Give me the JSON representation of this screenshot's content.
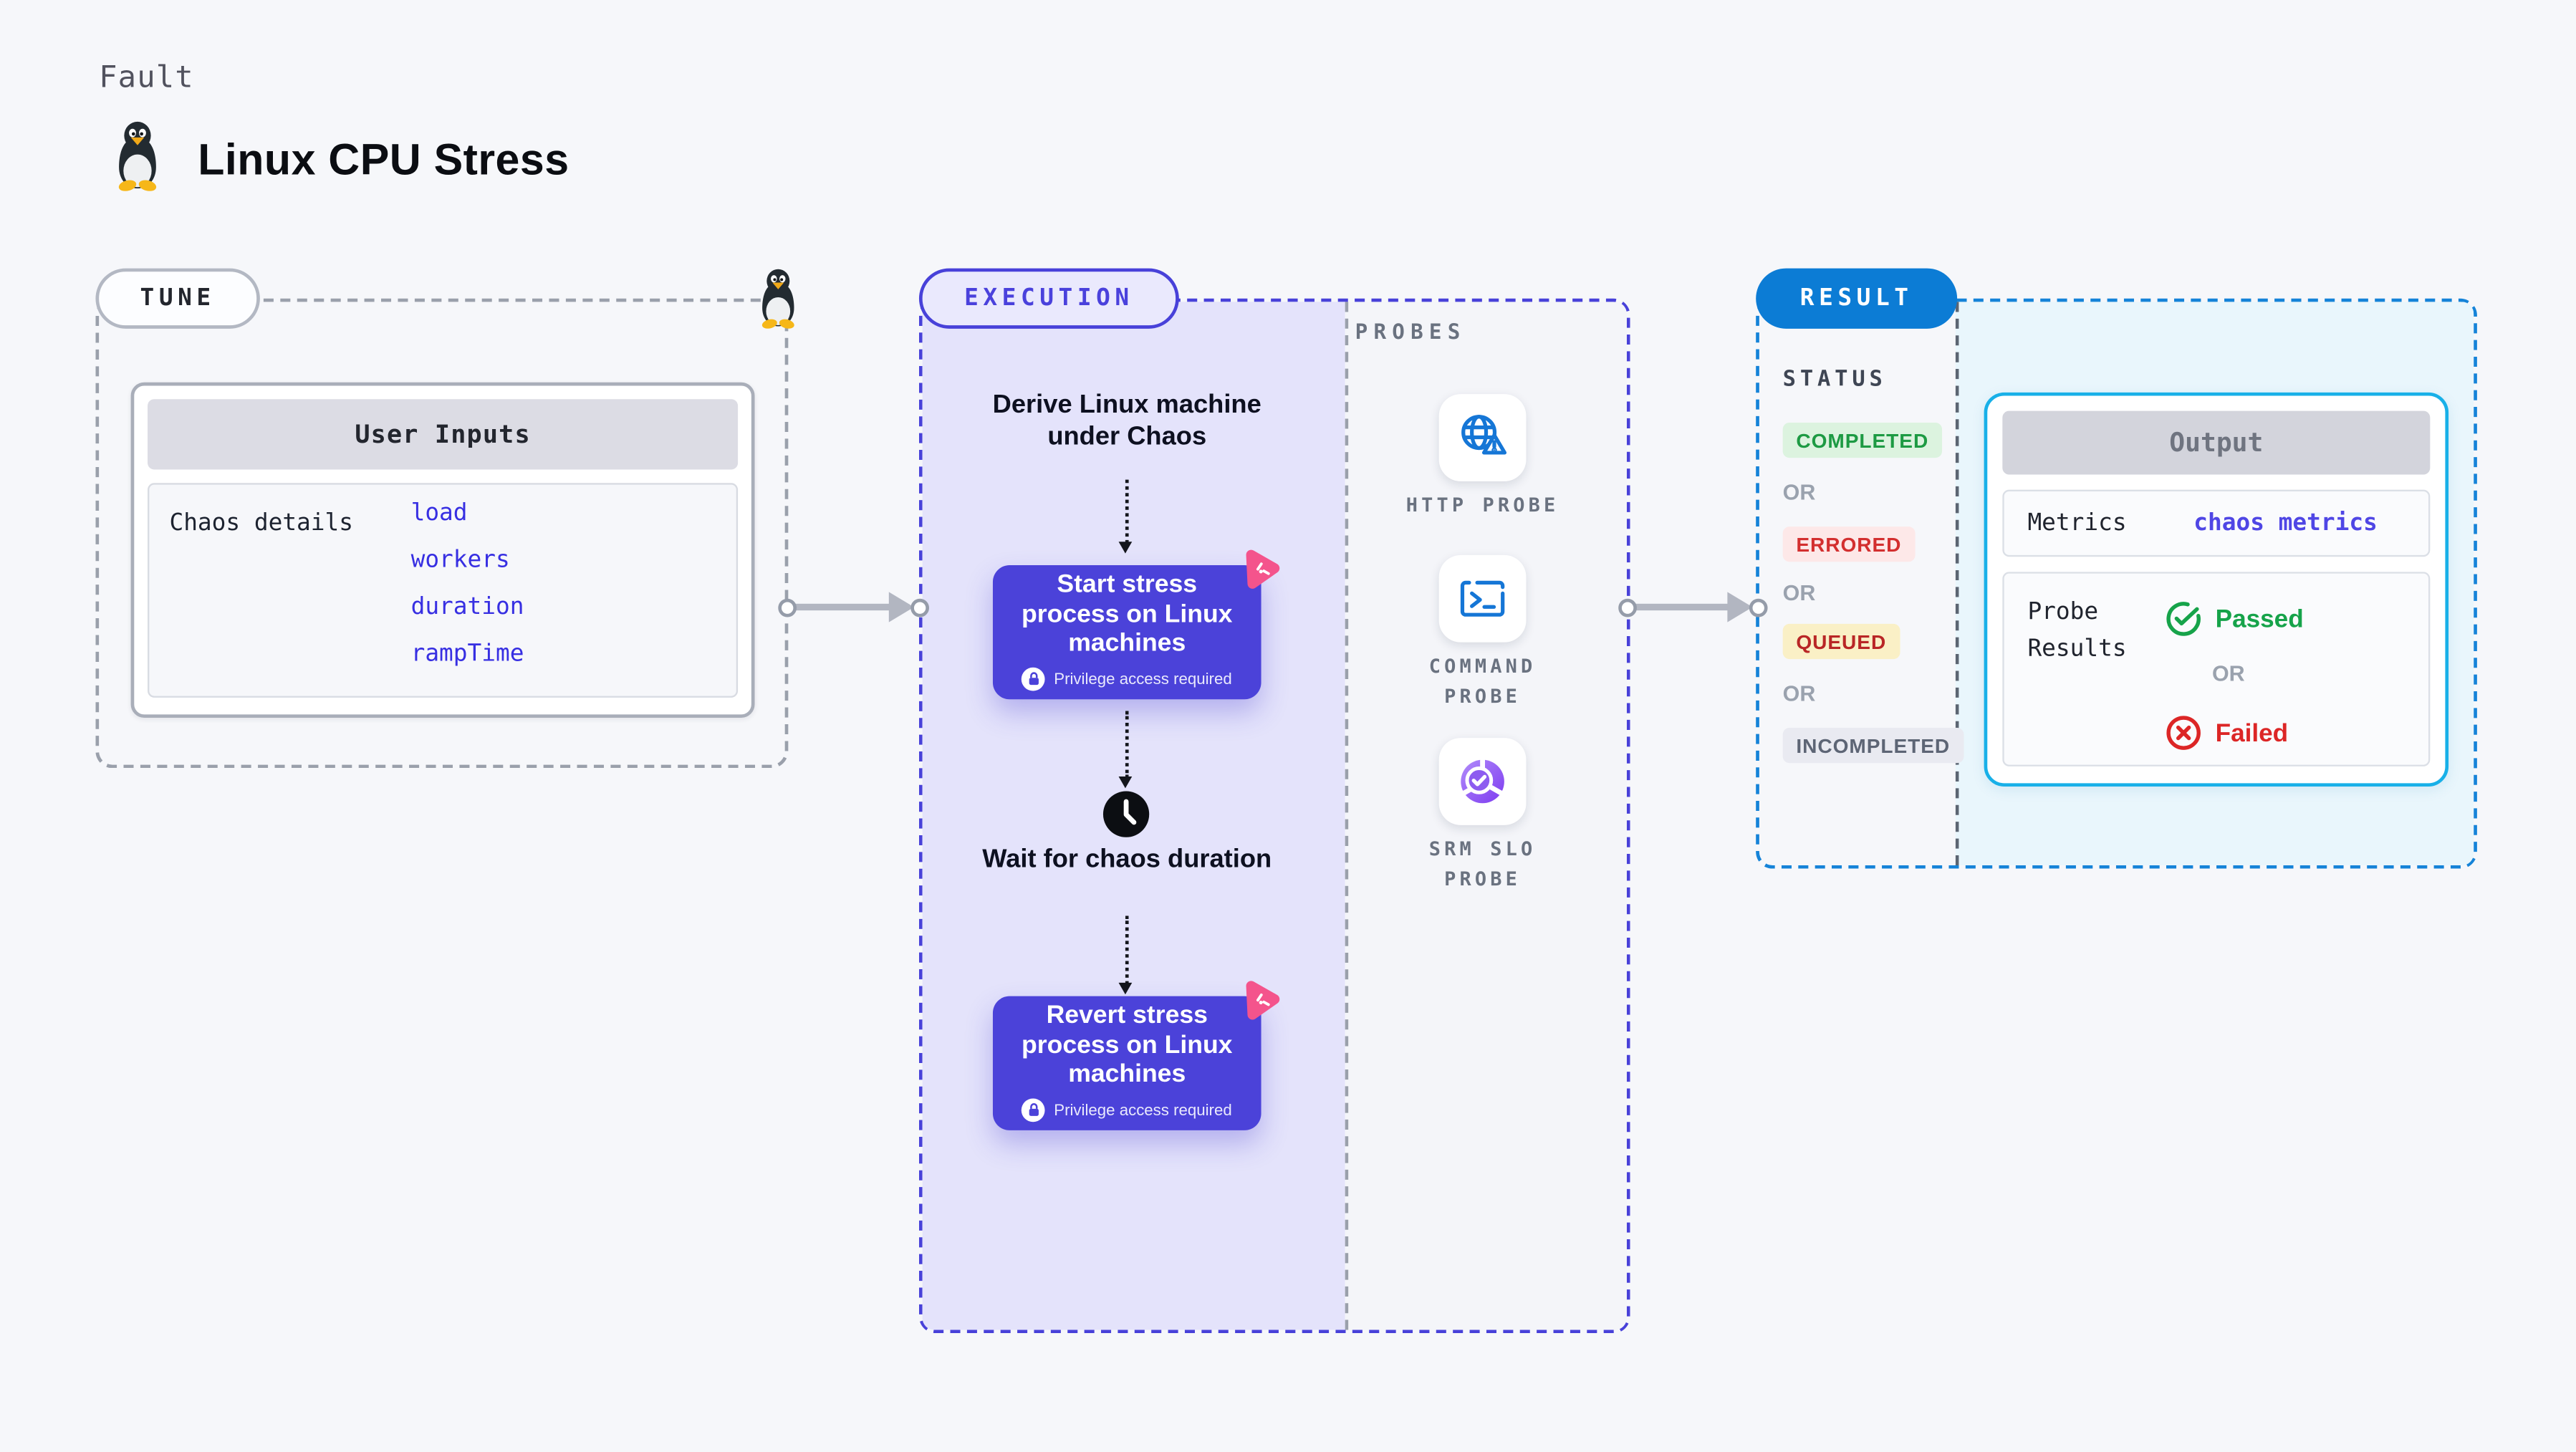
{
  "header": {
    "eyebrow": "Fault",
    "title": "Linux CPU Stress",
    "icon": "tux-penguin"
  },
  "tune": {
    "pill": "TUNE",
    "user_inputs": {
      "header": "User Inputs",
      "row_label": "Chaos details",
      "inputs": [
        "load",
        "workers",
        "duration",
        "rampTime"
      ]
    }
  },
  "execution": {
    "pill": "EXECUTION",
    "derive_label": "Derive Linux machine under Chaos",
    "start_step": {
      "title": "Start stress process on Linux machines",
      "privilege_note": "Privilege access required"
    },
    "wait_label": "Wait for chaos duration",
    "revert_step": {
      "title": "Revert stress process on Linux machines",
      "privilege_note": "Privilege access required"
    }
  },
  "probes": {
    "heading": "PROBES",
    "items": [
      {
        "label": "HTTP PROBE",
        "icon": "globe-alert-icon"
      },
      {
        "label": "COMMAND PROBE",
        "icon": "terminal-icon"
      },
      {
        "label": "SRM SLO PROBE",
        "icon": "slo-donut-check-icon"
      }
    ]
  },
  "result": {
    "pill": "RESULT",
    "status_heading": "STATUS",
    "or_label": "OR",
    "statuses": [
      {
        "label": "COMPLETED",
        "fg": "#1d9a43",
        "bg": "#dcf3df"
      },
      {
        "label": "ERRORED",
        "fg": "#d32f2f",
        "bg": "#fde8e8"
      },
      {
        "label": "QUEUED",
        "fg": "#b92626",
        "bg": "#faf0c6"
      },
      {
        "label": "INCOMPLETED",
        "fg": "#5d6575",
        "bg": "#e9eaf1"
      }
    ],
    "output": {
      "header": "Output",
      "metrics_label": "Metrics",
      "metrics_link": "chaos metrics",
      "probe_results_label": "Probe Results",
      "passed_label": "Passed",
      "or_label": "OR",
      "failed_label": "Failed"
    }
  },
  "colors": {
    "page_bg": "#f6f7fa",
    "accent_indigo": "#4b42d9",
    "execution_panel": "#e4e3fb",
    "accent_blue_pill": "#0c7cd5",
    "result_dash_blue": "#1583d8",
    "output_border_cyan": "#18b0e8",
    "output_panel": "#e9f6fc",
    "probe_icon_blue": "#1576d6",
    "srm_purple": "#7d3bf0",
    "litmus_pink": "#f4548c",
    "link_blue": "#372fe2",
    "gray_dash": "#9aa0ab"
  }
}
